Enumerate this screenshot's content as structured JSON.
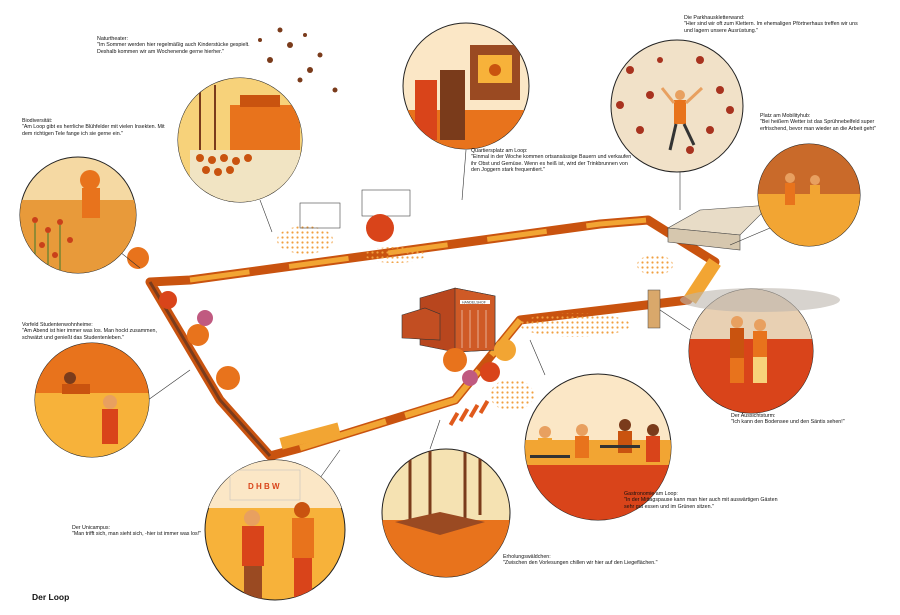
{
  "title": "Der Loop",
  "colors": {
    "path": "#c9530f",
    "path_light": "#f2a533",
    "circle_edge": "#222222",
    "orange": "#e8731c",
    "red": "#d9441a",
    "cream": "#f5d9a3",
    "brown": "#7a3b1b"
  },
  "building_labels": {
    "uni_sign": "D H B W",
    "campus_sign": "HANDELSHOF"
  },
  "stations": [
    {
      "key": "theater",
      "title": "Naturtheater:",
      "quote": "\"Im Sommer werden hier regelmäßig auch Kinderstücke gespielt. Deshalb kommen wir am Wochenende gerne hierher.\"",
      "icon": "theater-scene-icon"
    },
    {
      "key": "biodiversity",
      "title": "Biodiversität:",
      "quote": "\"Am Loop gibt es herrliche Blühfelder mit vielen Insekten. Mit dem richtigen Tele fange ich sie gerne ein.\"",
      "icon": "photographer-flowers-icon"
    },
    {
      "key": "square",
      "title": "Quartiersplatz am Loop:",
      "quote": "\"Einmal in der Woche kommen ortsansässige Bauern und verkaufen ihr Obst und Gemüse. Wenn es heiß ist, wird der Trinkbrunnen von den Joggern stark frequentiert.\"",
      "icon": "market-stall-icon"
    },
    {
      "key": "climbing",
      "title": "Die Parkhauskletterwand:",
      "quote": "\"Hier sind wir oft zum Klettern. Im ehemaligen Pförtnerhaus treffen wir uns und lagern unsere Ausrüstung.\"",
      "icon": "climber-icon"
    },
    {
      "key": "mobility",
      "title": "Platz am Mobilityhub:",
      "quote": "\"Bei heißem Wetter ist das Sprühnebelfeld super erfrischend, bevor man wieder an die Arbeit geht\"",
      "icon": "mist-field-icon"
    },
    {
      "key": "dorm",
      "title": "Vorfeld Studentenwohnheime:",
      "quote": "\"Am Abend ist hier immer was los. Man hockt zusammen, schwätzt und genießt das Studentenleben.\"",
      "icon": "students-selfie-icon"
    },
    {
      "key": "tower",
      "title": "Der Aussichtsturm:",
      "quote": "\"Ich kann den Bodensee und den Säntis sehen!\"",
      "icon": "lookout-couple-icon"
    },
    {
      "key": "gastro",
      "title": "Gastronomie am Loop:",
      "quote": "\"In der Mittagspause kann man hier auch mit auswärtigen Gästen sehr gut essen und im Grünen sitzen.\"",
      "icon": "cafe-tables-icon"
    },
    {
      "key": "campus",
      "title": "Der Unicampus:",
      "quote": "\"Man trifft sich, man sieht sich, -hier ist immer was los!\"",
      "icon": "students-coffee-icon"
    },
    {
      "key": "woods",
      "title": "Erholungswäldchen:",
      "quote": "\"Zwischen den Vorlesungen chillen wir hier auf den Liegeflächen.\"",
      "icon": "forest-loungers-icon"
    }
  ]
}
